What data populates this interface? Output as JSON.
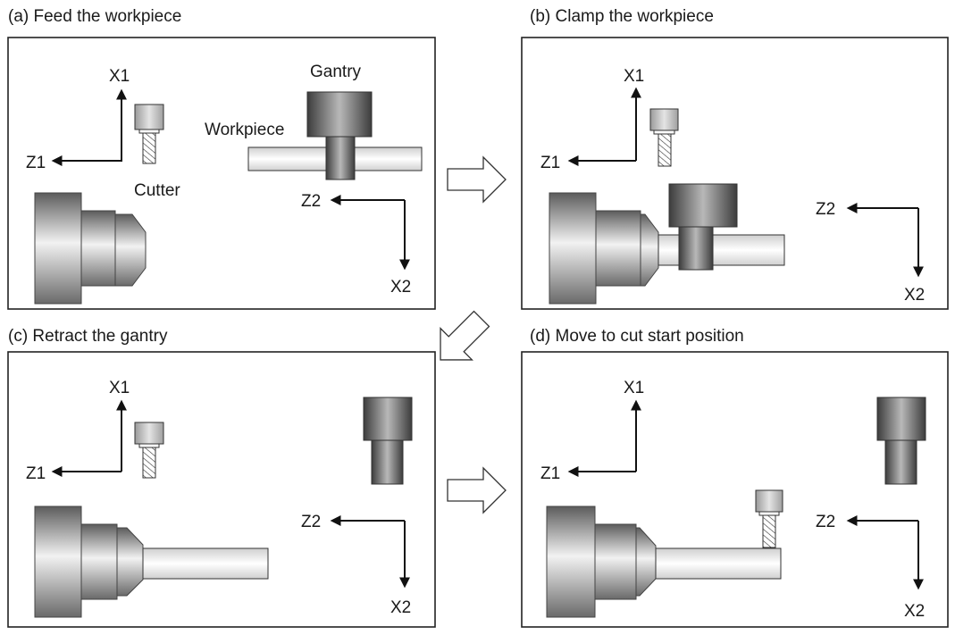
{
  "panels": [
    {
      "caption": "(a) Feed the workpiece",
      "axis_labels": {
        "x1": "X1",
        "z1": "Z1",
        "z2": "Z2",
        "x2": "X2"
      },
      "annotations": {
        "gantry": "Gantry",
        "workpiece": "Workpiece",
        "cutter": "Cutter"
      }
    },
    {
      "caption": "(b) Clamp the workpiece",
      "axis_labels": {
        "x1": "X1",
        "z1": "Z1",
        "z2": "Z2",
        "x2": "X2"
      }
    },
    {
      "caption": "(c) Retract the gantry",
      "axis_labels": {
        "x1": "X1",
        "z1": "Z1",
        "z2": "Z2",
        "x2": "X2"
      }
    },
    {
      "caption": "(d) Move to cut start position",
      "axis_labels": {
        "x1": "X1",
        "z1": "Z1",
        "z2": "Z2",
        "x2": "X2"
      }
    }
  ],
  "colors": {
    "line": "#111111",
    "metal_dark": "#3a3a3a",
    "metal_light": "#e8e8e8",
    "panel_border": "#222222"
  }
}
